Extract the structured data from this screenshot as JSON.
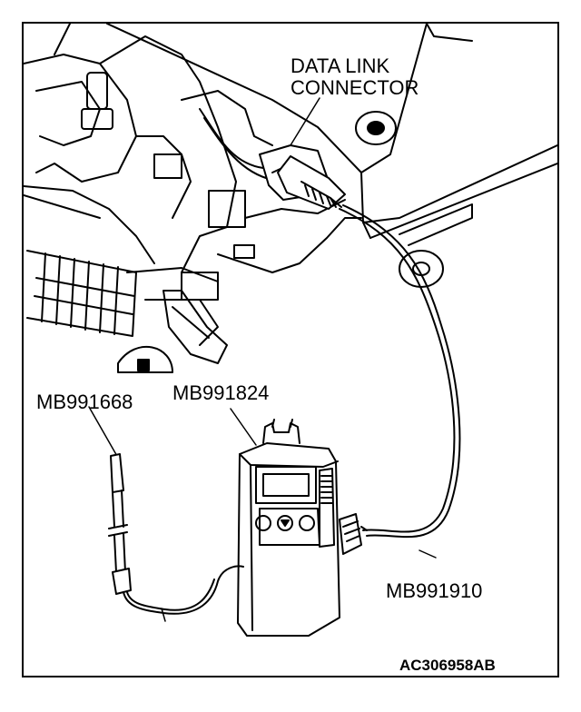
{
  "labels": {
    "dlc_line1": "DATA LINK",
    "dlc_line2": "CONNECTOR",
    "mb991668": "MB991668",
    "mb991824": "MB991824",
    "mb991910": "MB991910",
    "figure_id": "AC306958AB"
  },
  "colors": {
    "ink": "#000000",
    "paper": "#ffffff",
    "screen": "#ffffff"
  },
  "icons": {
    "up_button": "arrow-up-icon",
    "down_button": "arrow-down-icon"
  }
}
